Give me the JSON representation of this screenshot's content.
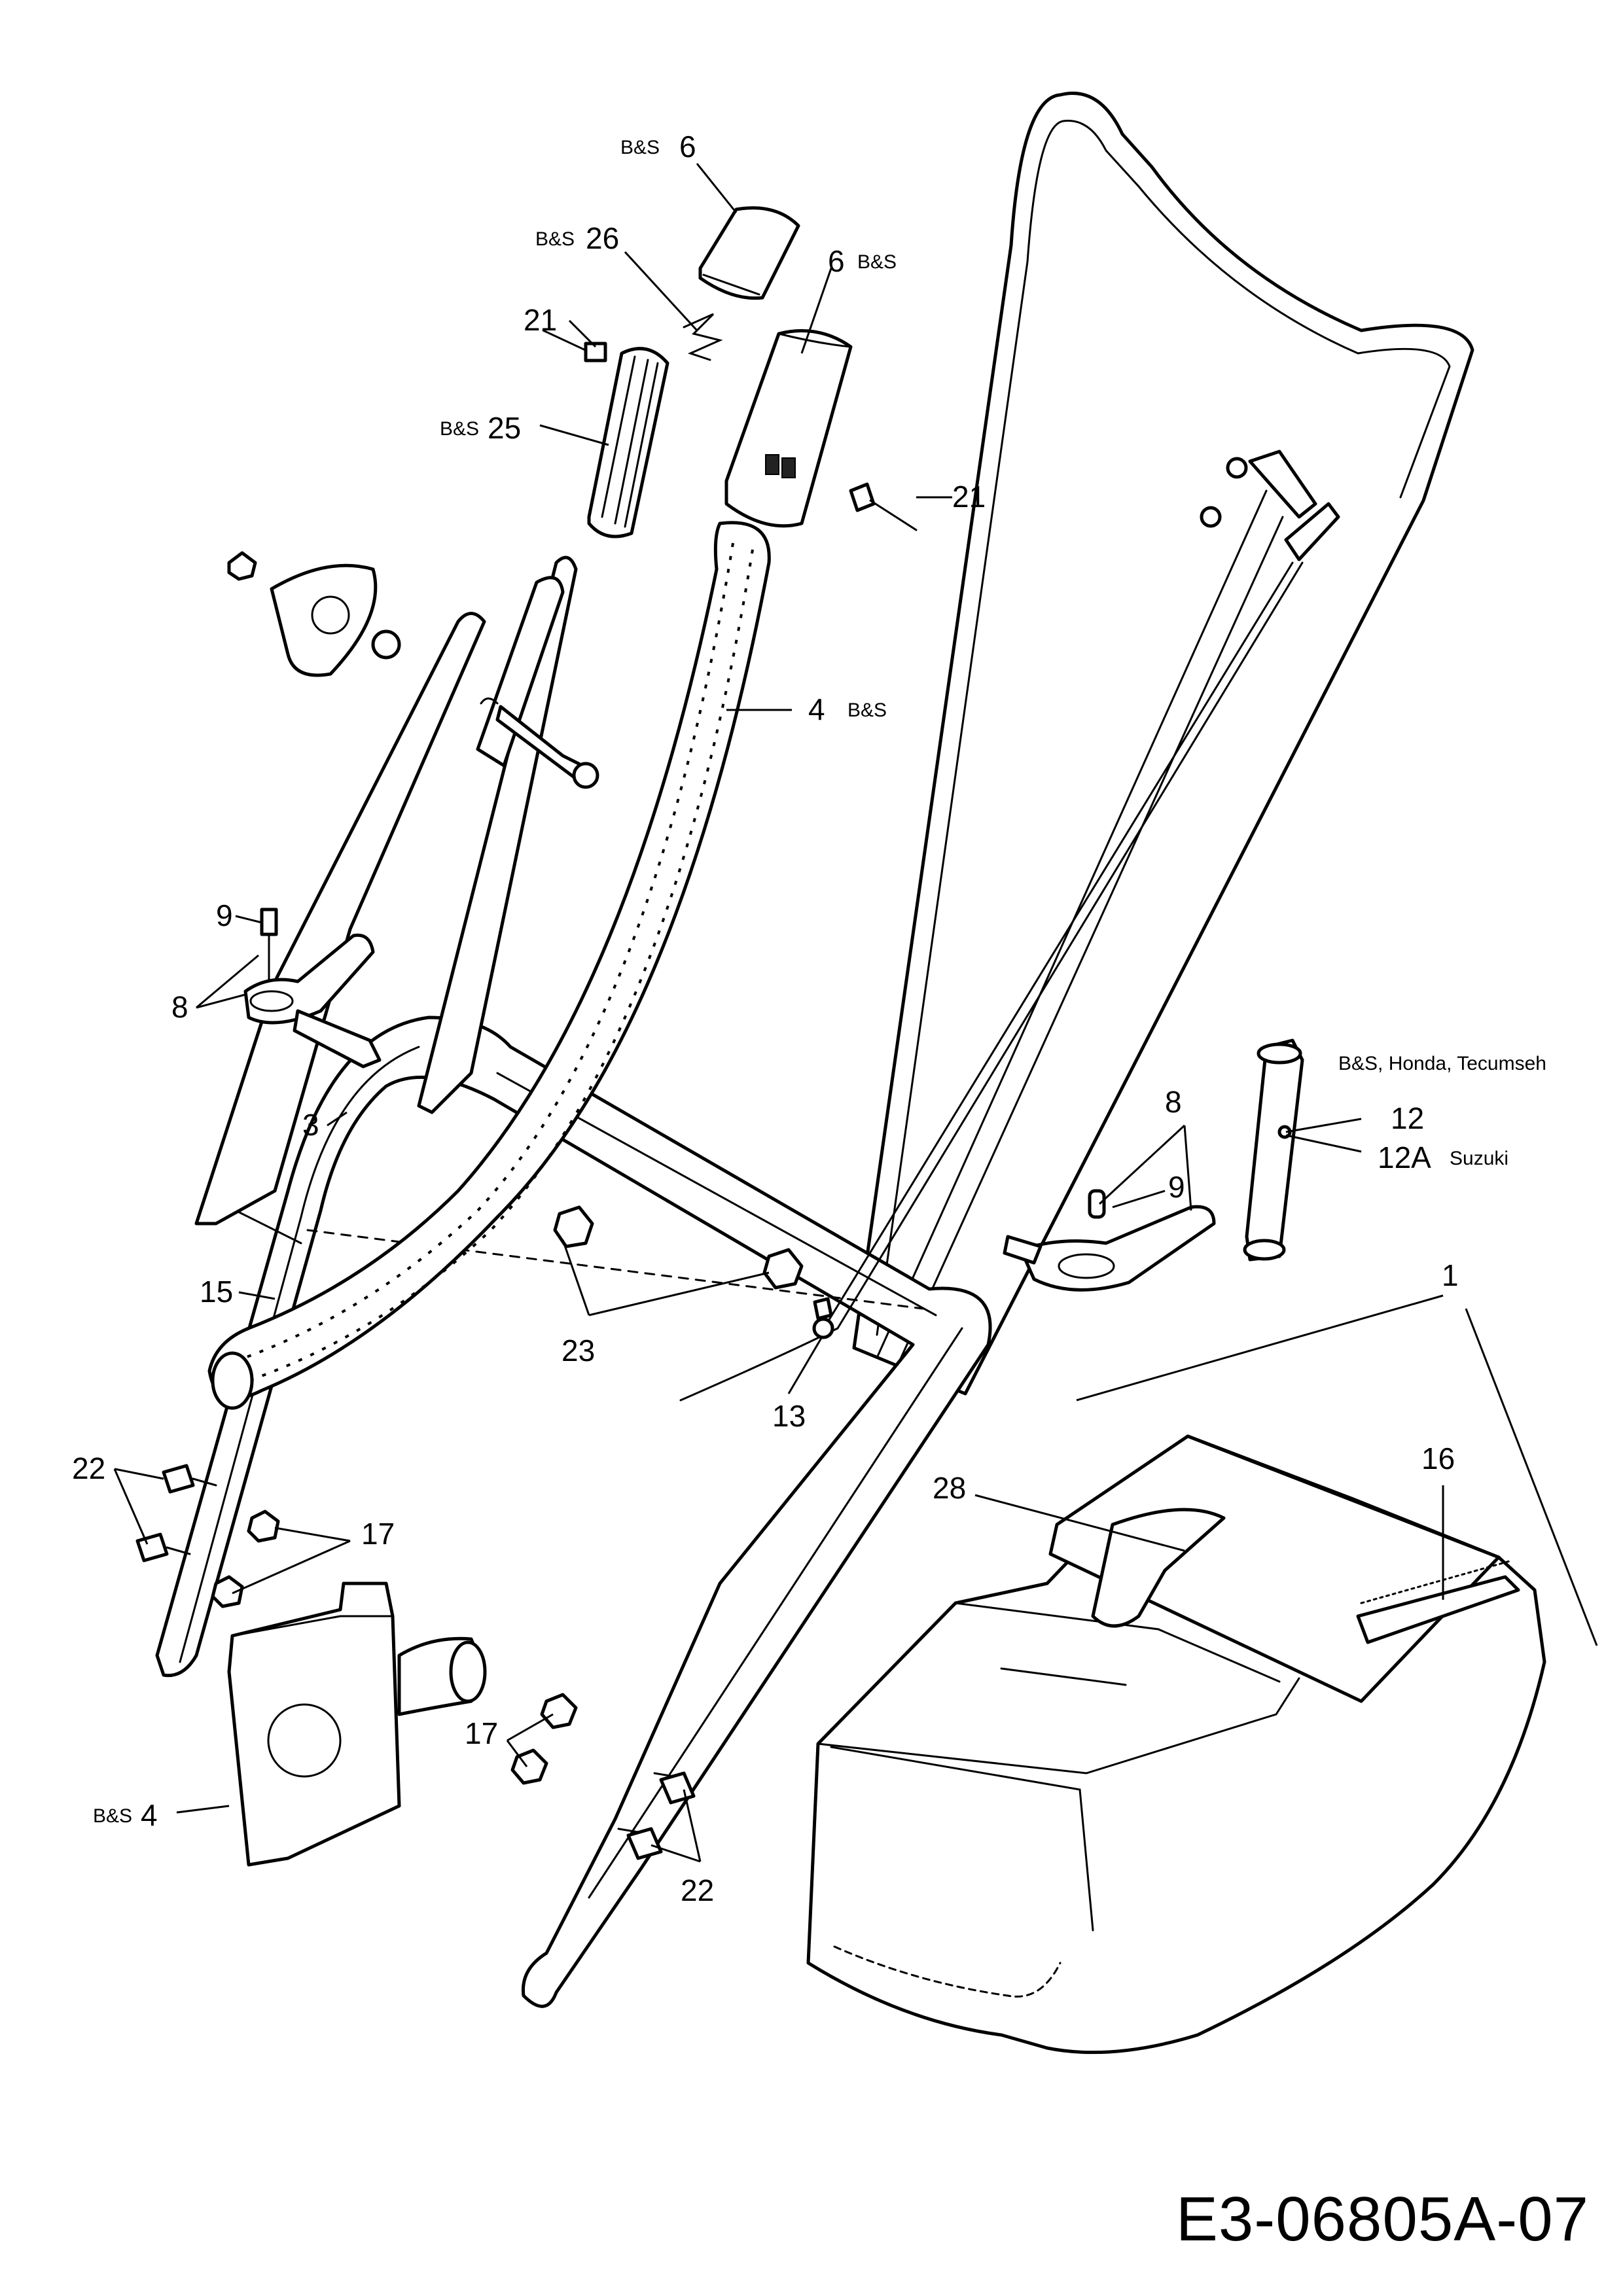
{
  "drawing_number": "E3-06805A-07",
  "labels": {
    "bs_6_top": {
      "tag": "B&S",
      "num": "6"
    },
    "bs_26": {
      "tag": "B&S",
      "num": "26"
    },
    "n6_bs": {
      "num": "6",
      "tag": "B&S"
    },
    "n21_left": {
      "num": "21"
    },
    "bs_25": {
      "tag": "B&S",
      "num": "25"
    },
    "n21_right": {
      "num": "21"
    },
    "n4_bs": {
      "num": "4",
      "tag": "B&S"
    },
    "n9_left": {
      "num": "9"
    },
    "n8_left": {
      "num": "8"
    },
    "n3": {
      "num": "3"
    },
    "n15": {
      "num": "15"
    },
    "n23": {
      "num": "23"
    },
    "n13": {
      "num": "13"
    },
    "n22_left": {
      "num": "22"
    },
    "n17_left": {
      "num": "17"
    },
    "bs_4": {
      "tag": "B&S",
      "num": "4"
    },
    "n17_bottom": {
      "num": "17"
    },
    "n22_bottom": {
      "num": "22"
    },
    "n28": {
      "num": "28"
    },
    "n16": {
      "num": "16"
    },
    "n1": {
      "num": "1"
    },
    "n8_right": {
      "num": "8"
    },
    "n9_right": {
      "num": "9"
    },
    "engines_12": {
      "tag": "B&S, Honda, Tecumseh"
    },
    "n12": {
      "num": "12"
    },
    "n12a": {
      "num": "12A",
      "tag": "Suzuki"
    }
  }
}
